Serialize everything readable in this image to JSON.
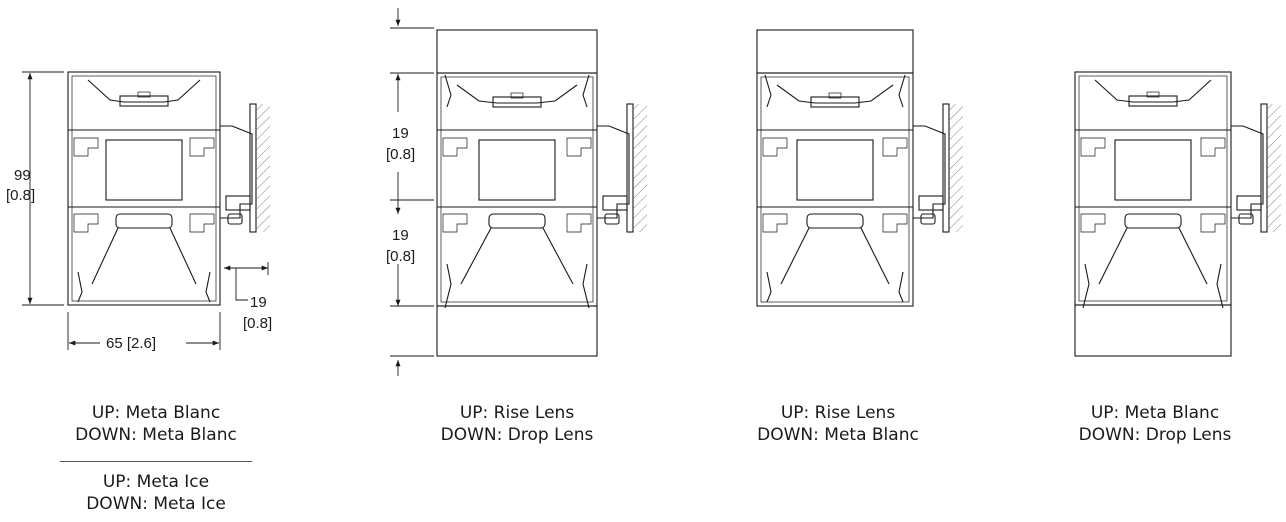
{
  "dimensions": {
    "height_mm": "99",
    "height_in": "[0.8]",
    "width": "65 [2.6]",
    "offset_mm": "19",
    "offset_in": "[0.8]",
    "lens_upper_mm": "19",
    "lens_upper_in": "[0.8]",
    "lens_lower_mm": "19",
    "lens_lower_in": "[0.8]"
  },
  "captions": [
    {
      "up": "UP: Meta Blanc",
      "down": "DOWN: Meta Blanc"
    },
    {
      "up": "UP: Meta Ice",
      "down": "DOWN: Meta Ice"
    },
    {
      "up": "UP: Rise Lens",
      "down": "DOWN: Drop Lens"
    },
    {
      "up": "UP: Rise Lens",
      "down": "DOWN: Meta Blanc"
    },
    {
      "up": "UP: Meta Blanc",
      "down": "DOWN: Drop Lens"
    }
  ]
}
